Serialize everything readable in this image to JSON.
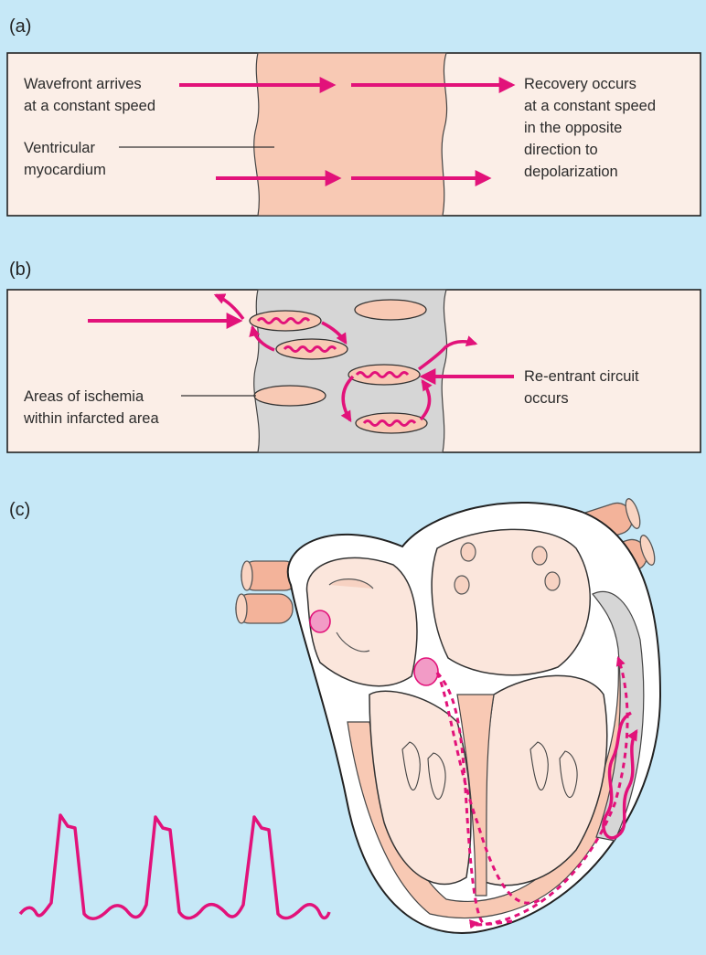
{
  "panels": {
    "a": {
      "label": "(a)",
      "left_text": [
        "Wavefront arrives",
        "at a constant speed"
      ],
      "tissue_text": [
        "Ventricular",
        "myocardium"
      ],
      "right_text": [
        "Recovery occurs",
        "at a constant speed",
        "in the opposite",
        "direction to",
        "depolarization"
      ]
    },
    "b": {
      "label": "(b)",
      "ischemia_text": [
        "Areas of ischemia",
        "within infarcted area"
      ],
      "reentry_text": [
        "Re-entrant circuit",
        "occurs"
      ]
    },
    "c": {
      "label": "(c)"
    }
  },
  "colors": {
    "background": "#c6e8f7",
    "panel": "#fbeee7",
    "tissue": "#f8c9b4",
    "infarct": "#d6d6d6",
    "accent": "#e2127a"
  }
}
